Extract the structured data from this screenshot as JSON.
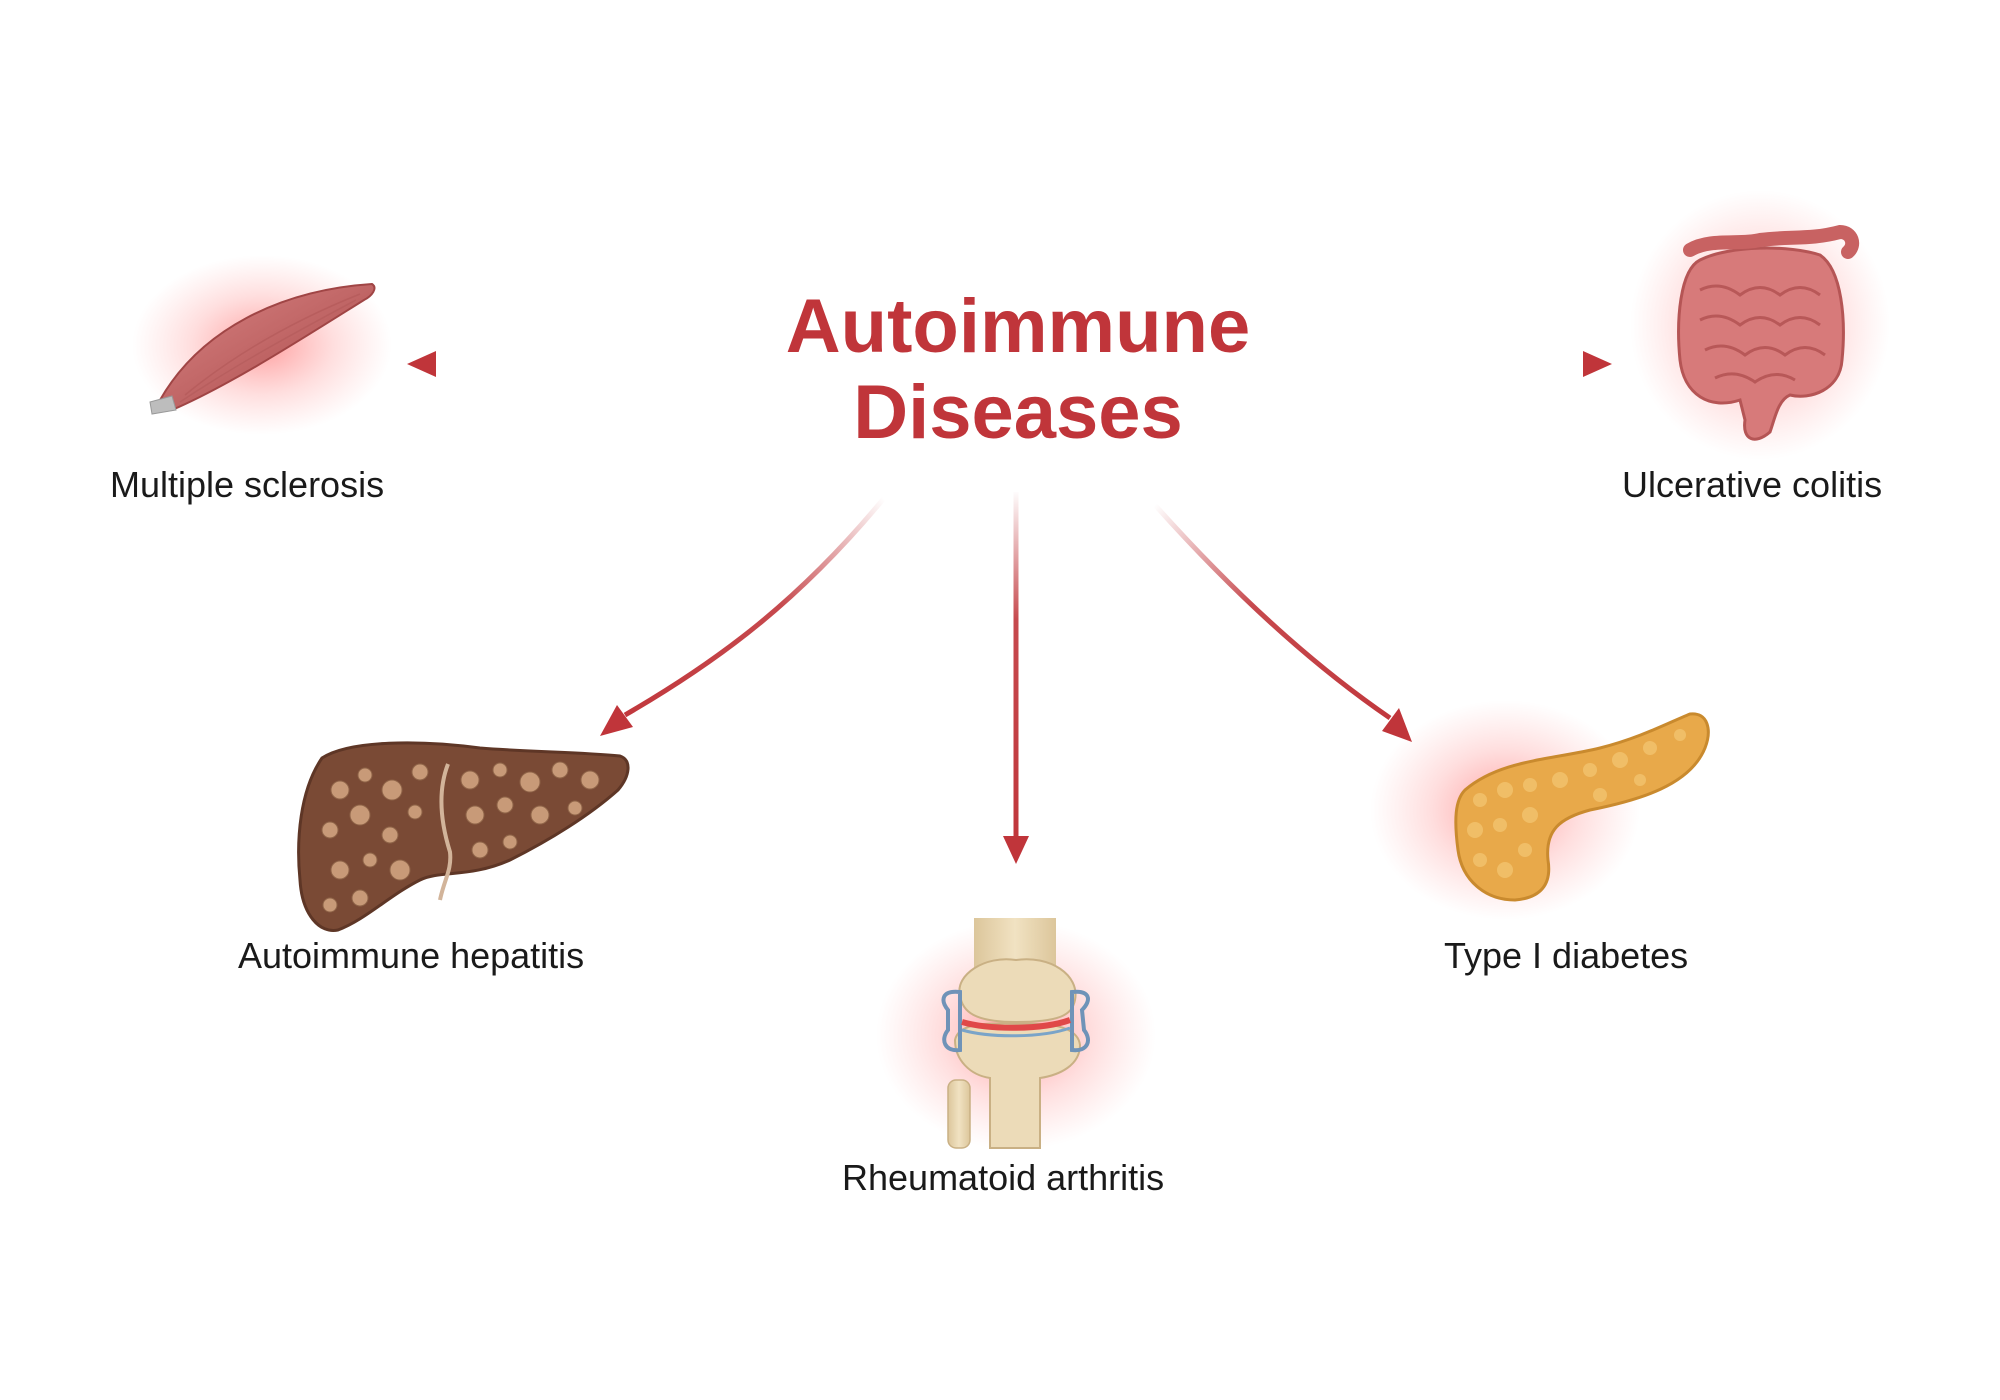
{
  "title": {
    "line1": "Autoimmune",
    "line2": "Diseases"
  },
  "diseases": [
    {
      "label": "Multiple sclerosis",
      "icon": "muscle-icon"
    },
    {
      "label": "Ulcerative colitis",
      "icon": "colon-icon"
    },
    {
      "label": "Autoimmune hepatitis",
      "icon": "liver-icon"
    },
    {
      "label": "Rheumatoid arthritis",
      "icon": "knee-joint-icon"
    },
    {
      "label": "Type I diabetes",
      "icon": "pancreas-icon"
    }
  ],
  "colors": {
    "accent": "#c0353a",
    "text": "#1a1a1a",
    "inflammation_glow": "#ff5a5a",
    "muscle": "#c96a6a",
    "colon": "#d97a7a",
    "liver": "#7a4a35",
    "liver_nodules": "#c89a78",
    "bone": "#e8d6b3",
    "pancreas": "#e8a94a"
  }
}
